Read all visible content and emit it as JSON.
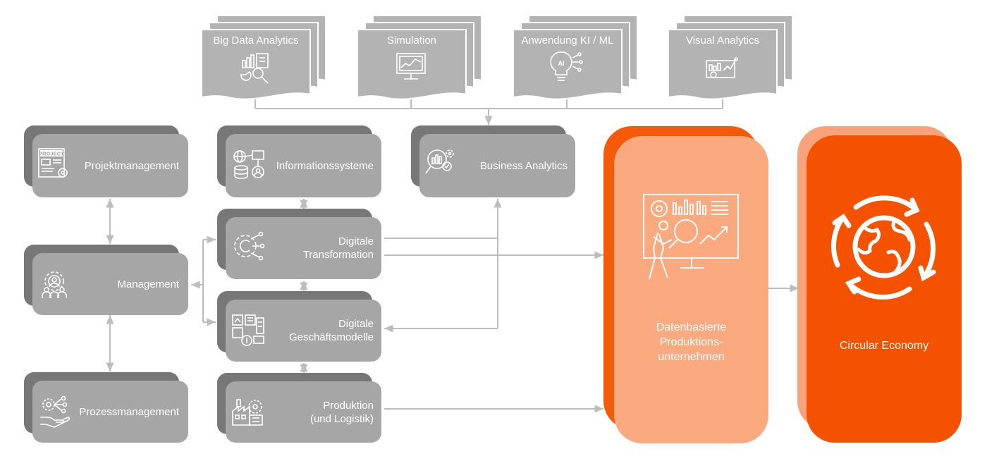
{
  "colors": {
    "box_front": "#a6a6a6",
    "box_back": "#777777",
    "doc_fill": "#b3b3b3",
    "connector": "#bdbdbd",
    "orange_light_front": "#fbaa80",
    "orange_light_back": "#f55a0a",
    "orange_front": "#f55200",
    "orange_back": "#f9a37c",
    "text": "#ffffff"
  },
  "tools": [
    {
      "label": "Big Data Analytics",
      "icon": "big-data-analytics-icon"
    },
    {
      "label": "Simulation",
      "icon": "simulation-icon"
    },
    {
      "label": "Anwendung KI / ML",
      "icon": "ai-ml-icon"
    },
    {
      "label": "Visual Analytics",
      "icon": "visual-analytics-icon"
    }
  ],
  "left_column": {
    "projektmanagement": {
      "label": "Projektmanagement",
      "icon": "project-management-icon",
      "icon_text": "PROJECT"
    },
    "management": {
      "label": "Management",
      "icon": "management-team-gear-icon"
    },
    "prozessmanagement": {
      "label": "Prozessmanagement",
      "icon": "process-management-icon"
    }
  },
  "middle_column": {
    "informationssysteme": {
      "label": "Informationssysteme",
      "icon": "information-systems-icon"
    },
    "digitale_transformation": {
      "label": "Digitale\nTransformation",
      "icon": "digital-transformation-icon"
    },
    "digitale_geschaeftsmodelle": {
      "label": "Digitale\nGeschäftsmodelle",
      "icon": "digital-business-model-icon"
    },
    "produktion": {
      "label": "Produktion\n(und Logistik)",
      "icon": "production-factory-icon"
    }
  },
  "business_analytics": {
    "label": "Business Analytics",
    "icon": "business-analytics-icon"
  },
  "datenbasierte": {
    "label": "Datenbasierte\nProduktions-\nunternehmen",
    "icon": "dashboard-presenter-icon"
  },
  "circular_economy": {
    "label": "Circular Economy",
    "icon": "circular-globe-icon"
  }
}
